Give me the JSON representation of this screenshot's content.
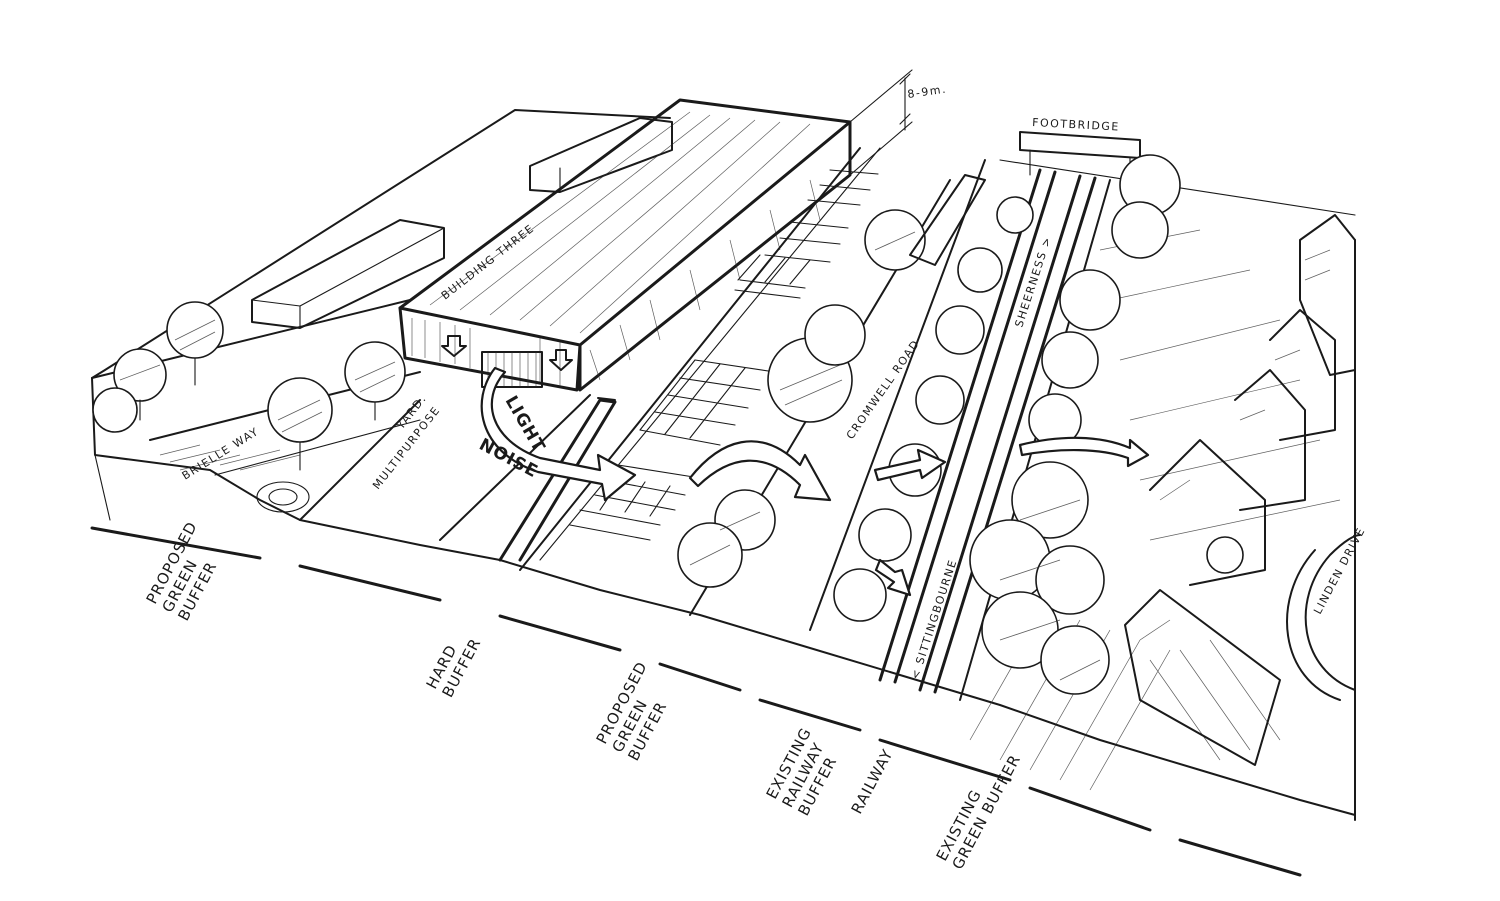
{
  "sketch": {
    "building_label": "BUILDING THREE",
    "height_label": "8-9m.",
    "footbridge_label": "FOOTBRIDGE",
    "streets": {
      "brielle": "BRIELLE WAY",
      "cromwell": "CROMWELL ROAD",
      "linden": "LINDEN DRIVE"
    },
    "yard_label": [
      "MULTIPURPOSE",
      "YARD."
    ],
    "effects": {
      "light": "LIGHT",
      "noise": "NOISE"
    },
    "rail_labels": {
      "sheerness": "SHEERNESS >",
      "sittingbourne": "< SITTINGBOURNE"
    },
    "section_labels": [
      [
        "PROPOSED",
        "GREEN",
        "BUFFER"
      ],
      [
        "HARD",
        "BUFFER"
      ],
      [
        "PROPOSED",
        "GREEN",
        "BUFFER"
      ],
      [
        "EXISTING",
        "RAILWAY",
        "BUFFER"
      ],
      [
        "RAILWAY"
      ],
      [
        "EXISTING",
        "GREEN BUFFER"
      ]
    ]
  }
}
